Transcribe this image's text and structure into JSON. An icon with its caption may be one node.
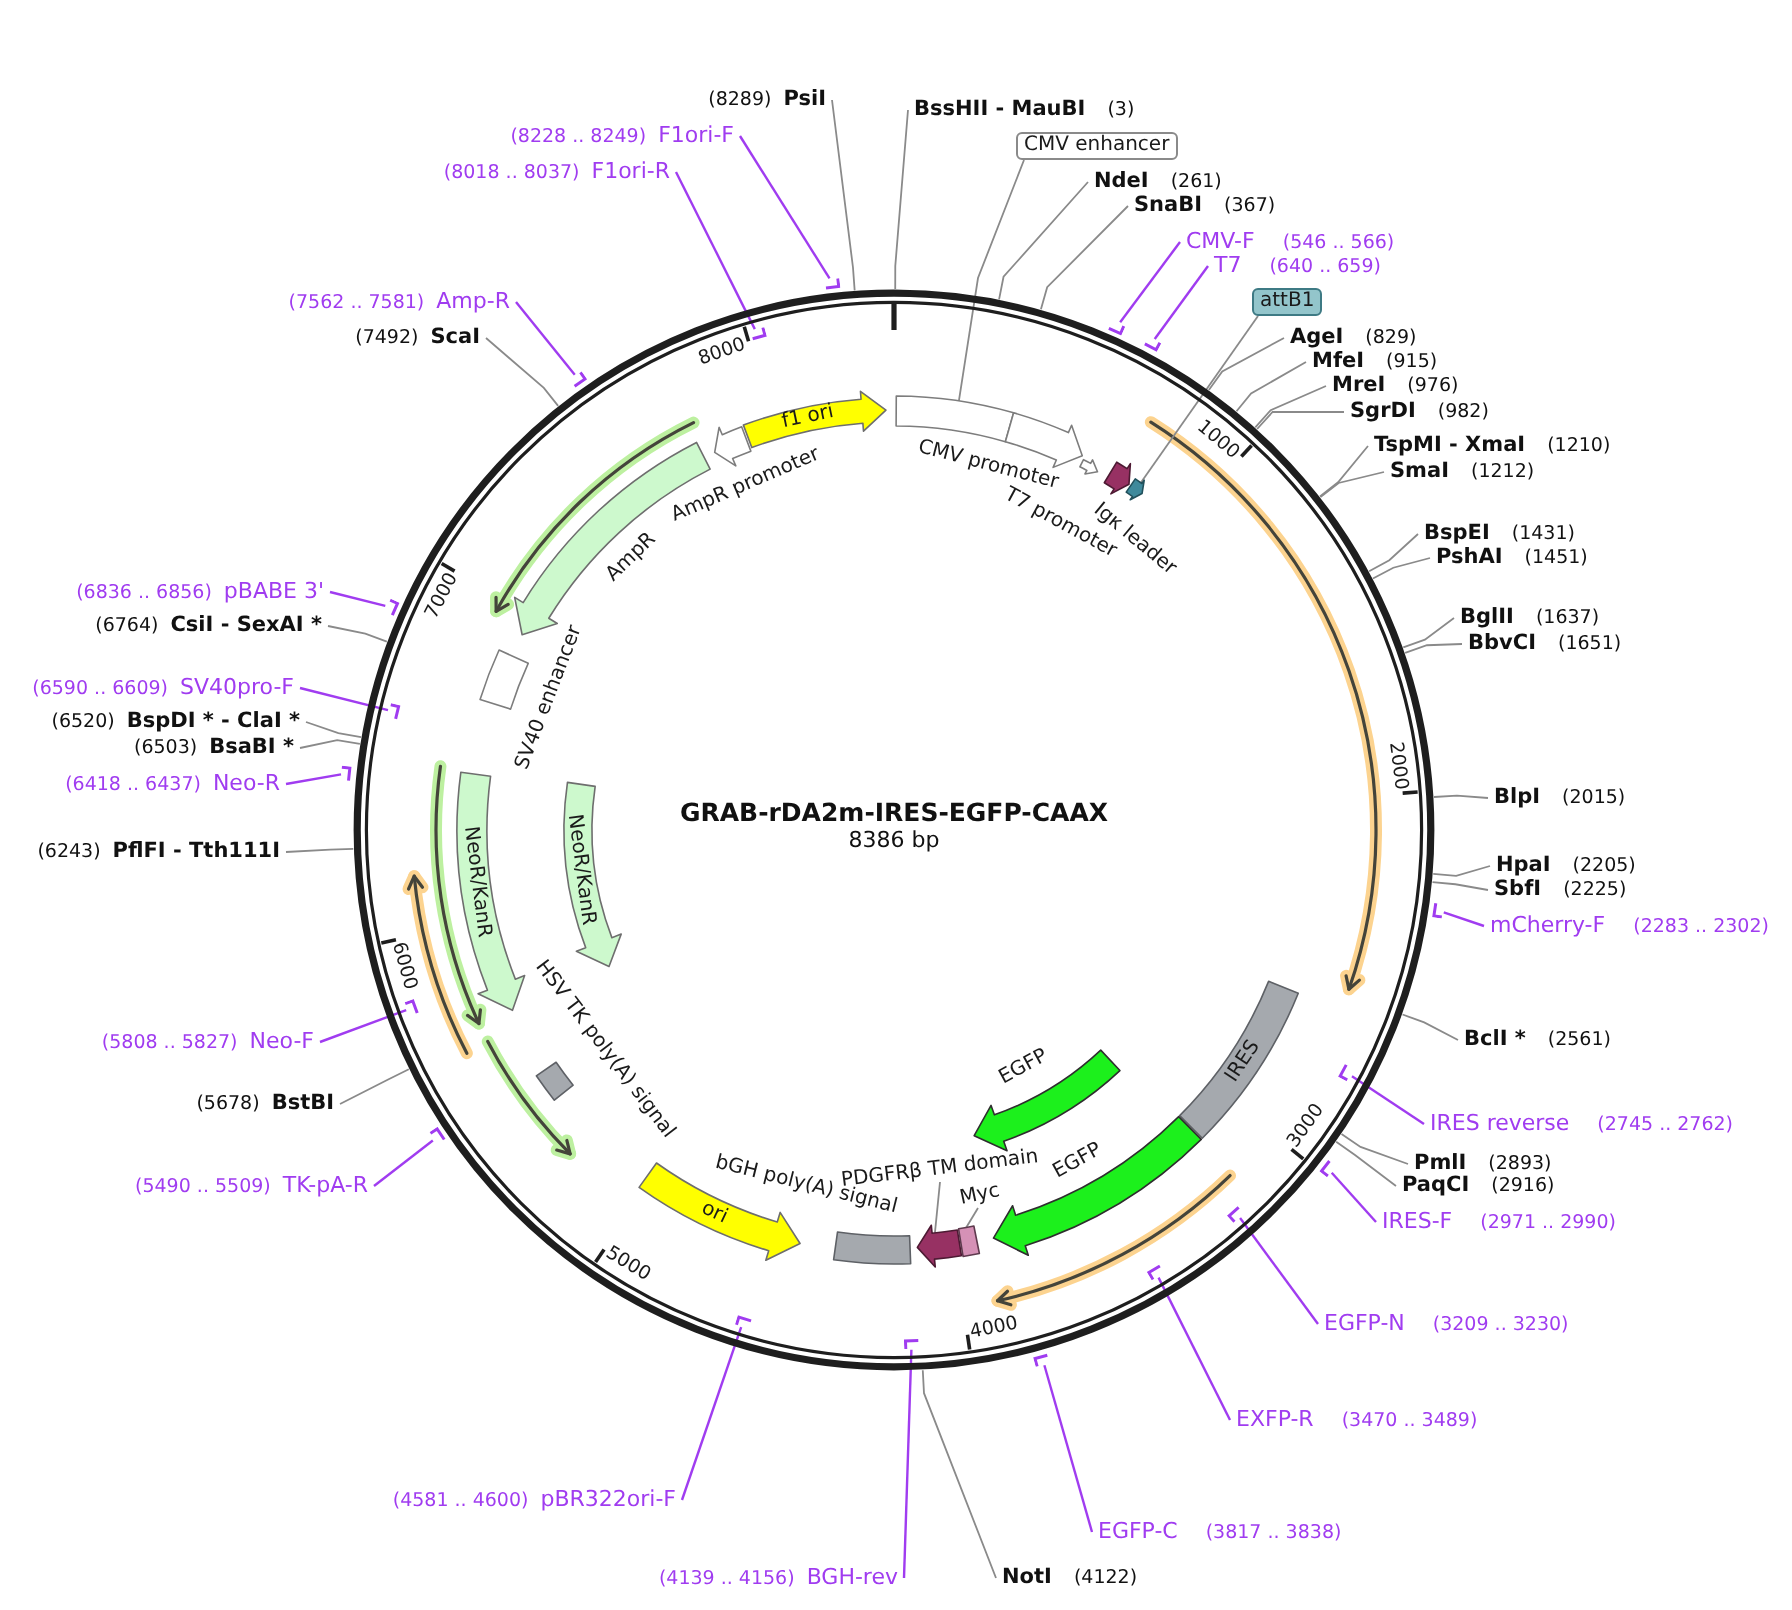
{
  "diagram": {
    "title": "GRAB-rDA2m-IRES-EGFP-CAAX",
    "nodes": [
      {
        "text": [],
        "shape": "circle"
      },
      {
        "text": [],
        "shape": "box",
        "in": 0
      },
      {
        "text": [
          "CMV promoter"
        ],
        "in": 0
      },
      {
        "text": [
          "T7 promoter"
        ],
        "in": 0
      },
      {
        "text": [
          "Igκ leader"
        ],
        "in": 0
      },
      {
        "text": [],
        "shape": "arrow",
        "in": 0
      },
      {
        "text": [
          "IRES"
        ],
        "in": 0
      },
      {
        "text": [
          "EGFP"
        ],
        "in": 0
      },
      {
        "text": [
          "EGFP"
        ],
        "in": 0
      },
      {
        "text": [],
        "shape": "box",
        "in": 0
      },
      {
        "text": [],
        "shape": "arrow",
        "in": 0
      },
      {
        "text": [
          "bGH poly(A) signal"
        ],
        "in": 0
      },
      {
        "text": [
          "ori"
        ],
        "in": 0
      },
      {
        "text": [
          "HSV TK poly(A) signal"
        ],
        "in": 0
      },
      {
        "text": [
          "NeoR/KanR"
        ],
        "in": 0
      },
      {
        "text": [
          "NeoR/KanR"
        ],
        "in": 0
      },
      {
        "text": [
          "SV40 enhancer"
        ],
        "in": 0
      },
      {
        "text": [
          "AmpR"
        ],
        "in": 0
      },
      {
        "text": [
          "AmpR promoter"
        ],
        "in": 0
      },
      {
        "text": [
          "f1 ori"
        ],
        "in": 0
      },
      {
        "text": [
          "PDGFRβ TM domain"
        ],
        "in": 0
      },
      {
        "text": [
          "Myc"
        ],
        "in": 0
      },
      {
        "text": [
          "BssHII - MauBI",
          "(3)"
        ]
      },
      {
        "text": [
          "CMV enhancer"
        ]
      },
      {
        "text": [
          "NdeI",
          "(261)"
        ]
      },
      {
        "text": [
          "SnaBI",
          "(367)"
        ]
      },
      {
        "text": [
          "CMV-F",
          "(546 .. 566)"
        ]
      },
      {
        "text": [
          "T7",
          "(640 .. 659)"
        ]
      },
      {
        "text": [
          "attB1"
        ]
      },
      {
        "text": [
          "AgeI",
          "(829)"
        ]
      },
      {
        "text": [
          "MfeI",
          "(915)"
        ]
      },
      {
        "text": [
          "MreI",
          "(976)"
        ]
      },
      {
        "text": [
          "SgrDI",
          "(982)"
        ]
      },
      {
        "text": [
          "TspMI - XmaI",
          "(1210)"
        ]
      },
      {
        "text": [
          "SmaI",
          "(1212)"
        ]
      },
      {
        "text": [
          "BspEI",
          "(1431)"
        ]
      },
      {
        "text": [
          "PshAI",
          "(1451)"
        ]
      },
      {
        "text": [
          "BglII",
          "(1637)"
        ]
      },
      {
        "text": [
          "BbvCI",
          "(1651)"
        ]
      },
      {
        "text": [
          "BlpI",
          "(2015)"
        ]
      },
      {
        "text": [
          "HpaI",
          "(2205)"
        ]
      },
      {
        "text": [
          "SbfI",
          "(2225)"
        ]
      },
      {
        "text": [
          "mCherry-F",
          "(2283 .. 2302)"
        ]
      },
      {
        "text": [
          "BclI *",
          "(2561)"
        ]
      },
      {
        "text": [
          "IRES reverse",
          "(2745 .. 2762)"
        ]
      },
      {
        "text": [
          "PmlI",
          "(2893)"
        ]
      },
      {
        "text": [
          "PaqCI",
          "(2916)"
        ]
      },
      {
        "text": [
          "IRES-F",
          "(2971 .. 2990)"
        ]
      },
      {
        "text": [
          "EGFP-N",
          "(3209 .. 3230)"
        ]
      },
      {
        "text": [
          "EXFP-R",
          "(3470 .. 3489)"
        ]
      },
      {
        "text": [
          "EGFP-C",
          "(3817 .. 3838)"
        ]
      },
      {
        "text": [
          "NotI",
          "(4122)"
        ]
      },
      {
        "text": [
          "(4139 .. 4156)",
          "BGH-rev"
        ]
      },
      {
        "text": [
          "(4581 .. 4600)",
          "pBR322ori-F"
        ]
      },
      {
        "text": [
          "(5490 .. 5509)",
          "TK-pA-R"
        ]
      },
      {
        "text": [
          "(5678)",
          "BstBI"
        ]
      },
      {
        "text": [
          "(5808 .. 5827)",
          "Neo-F"
        ]
      },
      {
        "text": [
          "(6243)",
          "PflFI - Tth111I"
        ]
      },
      {
        "text": [
          "(6418 .. 6437)",
          "Neo-R"
        ]
      },
      {
        "text": [
          "(6503)",
          "BsaBI *"
        ]
      },
      {
        "text": [
          "(6520)",
          "BspDI * - ClaI *"
        ]
      },
      {
        "text": [
          "(6590 .. 6609)",
          "SV40pro-F"
        ]
      },
      {
        "text": [
          "(6764)",
          "CsiI - SexAI *"
        ]
      },
      {
        "text": [
          "(6836 .. 6856)",
          "pBABE 3'"
        ]
      },
      {
        "text": [
          "(7492)",
          "ScaI"
        ]
      },
      {
        "text": [
          "(7562 .. 7581)",
          "Amp-R"
        ]
      },
      {
        "text": [
          "(8018 .. 8037)",
          "F1ori-R"
        ]
      },
      {
        "text": [
          "(8228 .. 8249)",
          "F1ori-F"
        ]
      },
      {
        "text": [
          "(8289)",
          "PsiI"
        ]
      },
      {
        "text": [],
        "shape": "bar"
      },
      {
        "text": [],
        "shape": "bar"
      },
      {
        "text": [],
        "shape": "bar"
      },
      {
        "text": [],
        "shape": "bar",
        "in": 0
      },
      {
        "text": [],
        "shape": "bar"
      },
      {
        "text": [],
        "shape": "bar",
        "in": 0
      },
      {
        "text": [],
        "shape": "bar",
        "in": 0
      },
      {
        "text": [],
        "shape": "bar"
      },
      {
        "text": [],
        "shape": "bar",
        "in": 0
      },
      {
        "text": [],
        "shape": "bar",
        "in": 0
      },
      {
        "text": [],
        "shape": "bar"
      },
      {
        "text": [],
        "shape": "bar",
        "in": 0
      },
      {
        "text": [],
        "shape": "bar"
      },
      {
        "text": [],
        "shape": "bar",
        "in": 0
      },
      {
        "text": [],
        "shape": "bar"
      },
      {
        "text": [],
        "shape": "bar"
      },
      {
        "text": [],
        "shape": "bar",
        "in": 0
      },
      {
        "text": [],
        "shape": "bar"
      }
    ],
    "edges": [
      {
        "from": 20,
        "to": 10,
        "arrow": "none"
      },
      {
        "from": 21,
        "to": 9,
        "arrow": "none"
      },
      {
        "from": 22,
        "to": 0,
        "arrow": "none"
      },
      {
        "from": 23,
        "to": 1,
        "arrow": "none"
      },
      {
        "from": 24,
        "to": 0,
        "arrow": "none"
      },
      {
        "from": 25,
        "to": 0,
        "arrow": "none"
      },
      {
        "from": 26,
        "to": 69,
        "arrow": "none",
        "color": "#a03cf0"
      },
      {
        "from": 27,
        "to": 70,
        "arrow": "none",
        "color": "#a03cf0"
      },
      {
        "from": 28,
        "to": 5,
        "arrow": "none"
      },
      {
        "from": 29,
        "to": 0,
        "arrow": "none"
      },
      {
        "from": 30,
        "to": 0,
        "arrow": "none"
      },
      {
        "from": 31,
        "to": 0,
        "arrow": "none"
      },
      {
        "from": 32,
        "to": 0,
        "arrow": "none"
      },
      {
        "from": 33,
        "to": 0,
        "arrow": "none"
      },
      {
        "from": 34,
        "to": 0,
        "arrow": "none"
      },
      {
        "from": 35,
        "to": 0,
        "arrow": "none"
      },
      {
        "from": 36,
        "to": 0,
        "arrow": "none"
      },
      {
        "from": 37,
        "to": 0,
        "arrow": "none"
      },
      {
        "from": 38,
        "to": 0,
        "arrow": "none"
      },
      {
        "from": 39,
        "to": 0,
        "arrow": "none"
      },
      {
        "from": 40,
        "to": 0,
        "arrow": "none"
      },
      {
        "from": 41,
        "to": 0,
        "arrow": "none"
      },
      {
        "from": 42,
        "to": 71,
        "arrow": "none",
        "color": "#a03cf0"
      },
      {
        "from": 43,
        "to": 0,
        "arrow": "none"
      },
      {
        "from": 44,
        "to": 72,
        "arrow": "none",
        "color": "#a03cf0"
      },
      {
        "from": 45,
        "to": 0,
        "arrow": "none"
      },
      {
        "from": 46,
        "to": 0,
        "arrow": "none"
      },
      {
        "from": 47,
        "to": 73,
        "arrow": "none",
        "color": "#a03cf0"
      },
      {
        "from": 48,
        "to": 74,
        "arrow": "none",
        "color": "#a03cf0"
      },
      {
        "from": 49,
        "to": 75,
        "arrow": "none",
        "color": "#a03cf0"
      },
      {
        "from": 50,
        "to": 76,
        "arrow": "none",
        "color": "#a03cf0"
      },
      {
        "from": 51,
        "to": 0,
        "arrow": "none"
      },
      {
        "from": 52,
        "to": 77,
        "arrow": "none",
        "color": "#a03cf0"
      },
      {
        "from": 53,
        "to": 78,
        "arrow": "none",
        "color": "#a03cf0"
      },
      {
        "from": 54,
        "to": 79,
        "arrow": "none",
        "color": "#a03cf0"
      },
      {
        "from": 55,
        "to": 0,
        "arrow": "none"
      },
      {
        "from": 56,
        "to": 80,
        "arrow": "none",
        "color": "#a03cf0"
      },
      {
        "from": 57,
        "to": 0,
        "arrow": "none"
      },
      {
        "from": 58,
        "to": 81,
        "arrow": "none",
        "color": "#a03cf0"
      },
      {
        "from": 59,
        "to": 0,
        "arrow": "none"
      },
      {
        "from": 60,
        "to": 0,
        "arrow": "none"
      },
      {
        "from": 61,
        "to": 82,
        "arrow": "none",
        "color": "#a03cf0"
      },
      {
        "from": 62,
        "to": 0,
        "arrow": "none"
      },
      {
        "from": 63,
        "to": 83,
        "arrow": "none",
        "color": "#a03cf0"
      },
      {
        "from": 64,
        "to": 0,
        "arrow": "none"
      },
      {
        "from": 65,
        "to": 84,
        "arrow": "none",
        "color": "#a03cf0"
      },
      {
        "from": 66,
        "to": 85,
        "arrow": "none",
        "color": "#a03cf0"
      },
      {
        "from": 67,
        "to": 86,
        "arrow": "none",
        "color": "#a03cf0"
      },
      {
        "from": 68,
        "to": 0,
        "arrow": "none"
      }
    ],
    "labels": [
      "8386 bp",
      "1000",
      "2000",
      "3000",
      "4000",
      "5000",
      "6000",
      "7000",
      "8000"
    ]
  }
}
